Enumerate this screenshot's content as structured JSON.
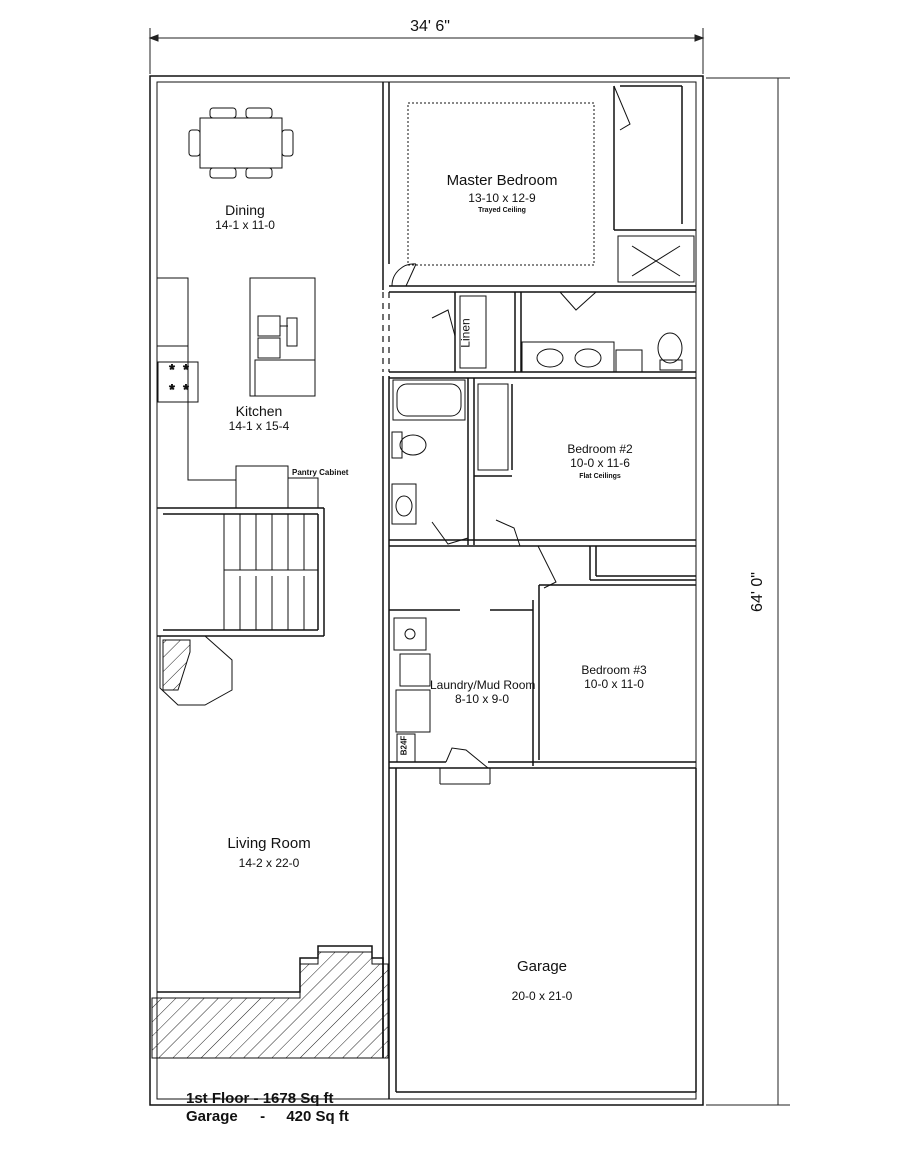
{
  "dimensions": {
    "width_label": "34' 6\"",
    "depth_label": "64' 0\""
  },
  "rooms": {
    "dining": {
      "name": "Dining",
      "size": "14-1 x 11-0"
    },
    "master": {
      "name": "Master Bedroom",
      "size": "13-10 x 12-9",
      "note": "Trayed Ceiling"
    },
    "kitchen": {
      "name": "Kitchen",
      "size": "14-1 x 15-4"
    },
    "pantry": {
      "name": "Pantry Cabinet"
    },
    "linen": {
      "name": "Linen"
    },
    "bedroom2": {
      "name": "Bedroom #2",
      "size": "10-0 x 11-6",
      "note": "Flat Ceilings"
    },
    "bedroom3": {
      "name": "Bedroom #3",
      "size": "10-0 x 11-0"
    },
    "laundry": {
      "name": "Laundry/Mud Room",
      "size": "8-10 x 9-0"
    },
    "cabinet_tag": "B24F",
    "living": {
      "name": "Living Room",
      "size": "14-2 x 22-0"
    },
    "garage": {
      "name": "Garage",
      "size": "20-0 x 21-0"
    }
  },
  "summary": {
    "floor_label": "1st Floor",
    "floor_sep": "-",
    "floor_area": "1678 Sq ft",
    "garage_label": "Garage",
    "garage_sep": "-",
    "garage_area": "420 Sq ft"
  }
}
